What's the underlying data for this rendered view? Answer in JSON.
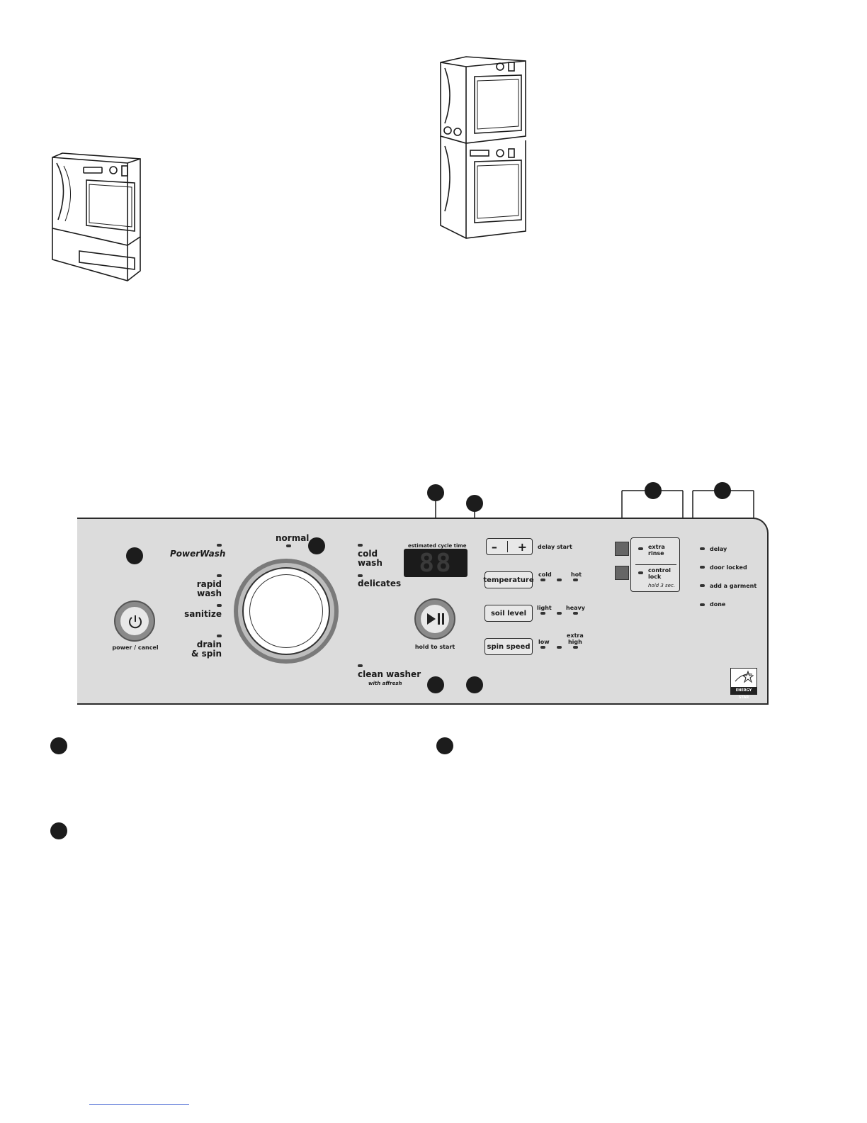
{
  "panel": {
    "power_label": "power / cancel",
    "cycles_left": [
      {
        "label": "PowerWash"
      },
      {
        "label": "rapid\nwash"
      },
      {
        "label": "sanitize"
      },
      {
        "label": "drain\n& spin"
      }
    ],
    "cycle_top": "normal",
    "cycles_right": [
      {
        "label": "cold\nwash"
      },
      {
        "label": "delicates"
      },
      {
        "label": "clean washer"
      }
    ],
    "clean_washer_sub": "with affresh",
    "display_title": "estimated cycle time",
    "display_value": "88",
    "delay_minus": "–",
    "delay_plus": "+",
    "delay_label": "delay start",
    "start_label": "hold to start",
    "buttons": {
      "temperature": "temperature",
      "soil_level": "soil level",
      "spin_speed": "spin speed"
    },
    "temperature_range": {
      "low": "cold",
      "high": "hot"
    },
    "soil_range": {
      "low": "light",
      "high": "heavy"
    },
    "spin_range": {
      "low": "low",
      "high": "extra\nhigh"
    },
    "options": {
      "extra_rinse": "extra\nrinse",
      "control_lock": "control\nlock",
      "control_lock_hint": "hold 3 sec."
    },
    "status": [
      "delay",
      "door locked",
      "add a garment",
      "done"
    ],
    "energy_star": "ENERGY STAR"
  }
}
